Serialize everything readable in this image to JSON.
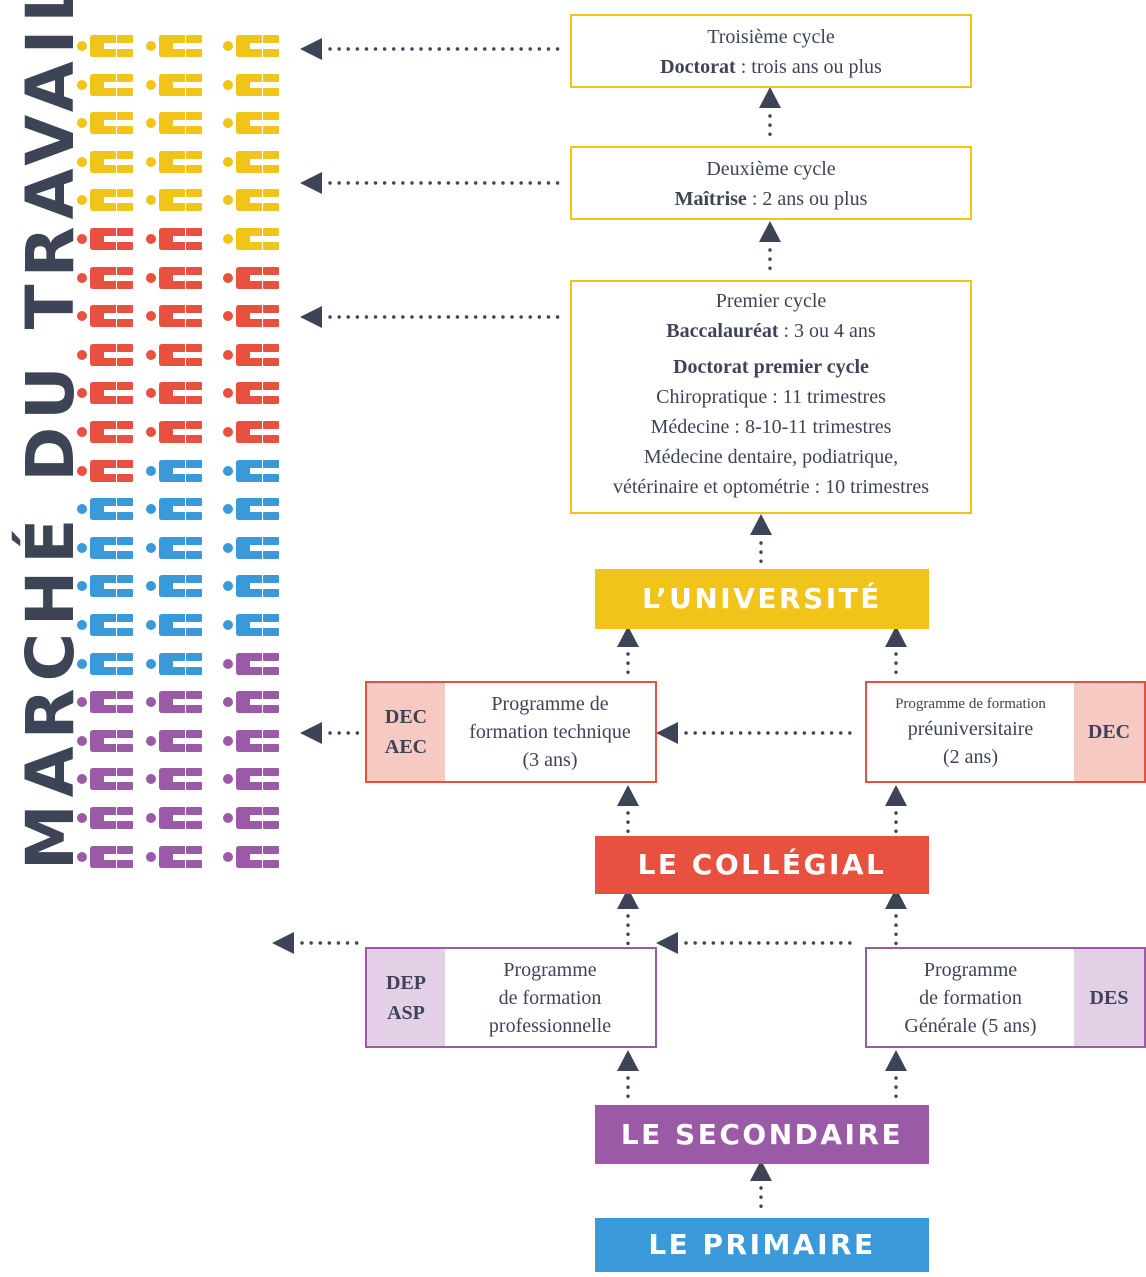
{
  "side_title": "MARCHÉ DU TRAVAIL",
  "colors": {
    "text": "#3d4456",
    "yellow": "#f0c419",
    "red": "#e8503f",
    "blue": "#3a99d8",
    "purple": "#9a5aa6",
    "red_tint": "#f6c9c3",
    "purple_tint": "#e3d0e7"
  },
  "icon_grid": {
    "icon": "person-icon",
    "row_colors": [
      [
        "yellow",
        "yellow",
        "yellow"
      ],
      [
        "yellow",
        "yellow",
        "yellow"
      ],
      [
        "yellow",
        "yellow",
        "yellow"
      ],
      [
        "yellow",
        "yellow",
        "yellow"
      ],
      [
        "yellow",
        "yellow",
        "yellow"
      ],
      [
        "red",
        "red",
        "yellow"
      ],
      [
        "red",
        "red",
        "red"
      ],
      [
        "red",
        "red",
        "red"
      ],
      [
        "red",
        "red",
        "red"
      ],
      [
        "red",
        "red",
        "red"
      ],
      [
        "red",
        "red",
        "red"
      ],
      [
        "red",
        "blue",
        "blue"
      ],
      [
        "blue",
        "blue",
        "blue"
      ],
      [
        "blue",
        "blue",
        "blue"
      ],
      [
        "blue",
        "blue",
        "blue"
      ],
      [
        "blue",
        "blue",
        "blue"
      ],
      [
        "blue",
        "blue",
        "purple"
      ],
      [
        "purple",
        "purple",
        "purple"
      ],
      [
        "purple",
        "purple",
        "purple"
      ],
      [
        "purple",
        "purple",
        "purple"
      ],
      [
        "purple",
        "purple",
        "purple"
      ],
      [
        "purple",
        "purple",
        "purple"
      ]
    ]
  },
  "troisieme": {
    "line1": "Troisième cycle",
    "bold": "Doctorat",
    "rest": " : trois ans ou plus"
  },
  "deuxieme": {
    "line1": "Deuxième cycle",
    "bold": "Maîtrise",
    "rest": " : 2 ans ou plus"
  },
  "premier": {
    "line1": "Premier cycle",
    "bacc_bold": "Baccalauréat",
    "bacc_rest": " : 3 ou 4 ans",
    "doc_heading": "Doctorat premier cycle",
    "lines": [
      "Chiropratique : 11 trimestres",
      "Médecine : 8-10-11 trimestres",
      "Médecine dentaire, podiatrique,",
      "vétérinaire et optométrie : 10 trimestres"
    ]
  },
  "universite": "L’UNIVERSITÉ",
  "collegial": "LE COLLÉGIAL",
  "secondaire": "LE SECONDAIRE",
  "primaire": "LE PRIMAIRE",
  "technique": {
    "tag1": "DEC",
    "tag2": "AEC",
    "l1": "Programme de",
    "l2": "formation technique",
    "l3": "(3 ans)"
  },
  "preuniv": {
    "tag": "DEC",
    "l1": "Programme de formation",
    "l2": "préuniversitaire",
    "l3": "(2 ans)"
  },
  "pro": {
    "tag1": "DEP",
    "tag2": "ASP",
    "l1": "Programme",
    "l2": "de formation",
    "l3": "professionnelle"
  },
  "generale": {
    "tag": "DES",
    "l1": "Programme",
    "l2": "de formation",
    "l3": "Générale (5 ans)"
  }
}
